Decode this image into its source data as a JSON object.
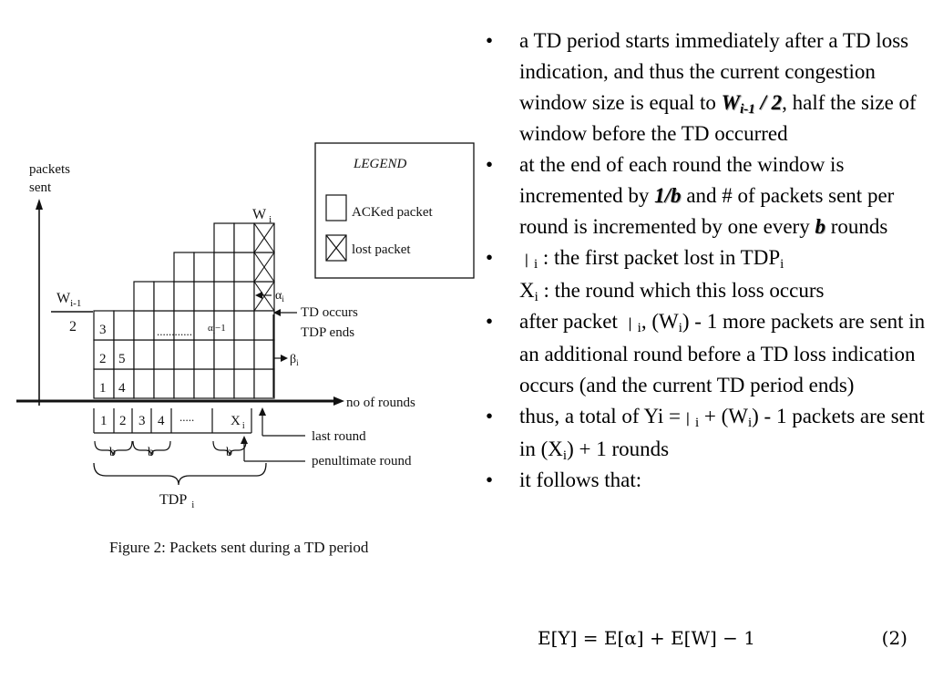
{
  "figure": {
    "y_label_1": "packets",
    "y_label_2": "sent",
    "x_label": "no of rounds",
    "w_prev_num": "W",
    "w_prev_sub": "i-1",
    "w_prev_den": "2",
    "w_i": "W",
    "w_i_sub": "i",
    "alpha_i": "α",
    "alpha_sub": "i",
    "alpha_minus_1": "α",
    "alpha_minus_1_sub": "i",
    "alpha_minus_1_suffix": "−1",
    "beta_i": "β",
    "beta_sub": "i",
    "td_occurs": "TD occurs",
    "tdp_ends": "TDP ends",
    "row_labels": [
      "3",
      "2",
      "1"
    ],
    "row_second": [
      "5",
      "4"
    ],
    "dots": "............",
    "round_labels": [
      "1",
      "2",
      "3",
      "4"
    ],
    "round_dots": ".....",
    "x_i": "X",
    "x_i_sub": "i",
    "b_labels": [
      "b",
      "b",
      "b"
    ],
    "last_round": "last round",
    "penultimate_round": "penultimate round",
    "tdp": "TDP",
    "tdp_sub": "i",
    "legend_title": "LEGEND",
    "legend_acked": "ACKed packet",
    "legend_lost": "lost packet",
    "caption": "Figure 2: Packets sent during a TD period"
  },
  "bullets": {
    "b1_a": "a TD period starts immediately after a TD loss indication, and thus the current congestion window size is equal to ",
    "b1_w": "W",
    "b1_wsub": "i-1",
    "b1_div": " / 2",
    "b1_b": ", half the size of window before the TD occurred",
    "b2_a": "at the end of each round the window is incremented by ",
    "b2_em": "1/b",
    "b2_b": " and # of packets sent per round is incremented by one every ",
    "b2_em2": "b",
    "b2_c": " rounds",
    "b3_glyph": "∣",
    "b3_sub": "i",
    "b3_a": " : the first packet lost in TDP",
    "b3_sub2": "i",
    "b3_x": "X",
    "b3_xsub": "i",
    "b3_b": "  : the round which this loss occurs",
    "b4_a": "after packet ",
    "b4_glyph": "∣",
    "b4_sub": "i",
    "b4_b": ", (W",
    "b4_wsub": "i",
    "b4_c": ") - 1 more packets are sent in an additional round before a TD loss indication occurs (and the current TD period ends)",
    "b5_a": "thus, a total of Yi =",
    "b5_glyph": "∣",
    "b5_sub": "i",
    "b5_b": " + (W",
    "b5_wsub": "i",
    "b5_c": ") - 1 packets are sent in (X",
    "b5_xsub": "i",
    "b5_d": ") + 1 rounds",
    "b6": "it follows that:"
  },
  "equation": {
    "text": "E[Y] = E[α] + E[W] − 1",
    "number": "(2)"
  }
}
